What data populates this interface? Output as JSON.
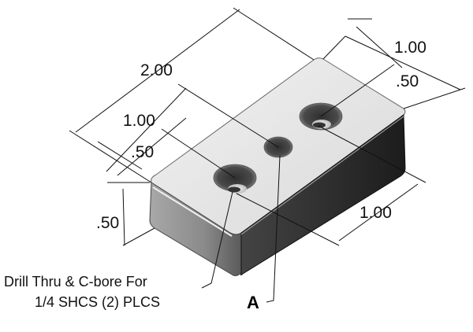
{
  "dimensions": {
    "overall_length": "2.00",
    "hole_spacing_length": "1.00",
    "hole_offset_length": ".50",
    "overall_width": "1.00",
    "hole_offset_width": ".50",
    "height": ".50",
    "side_length": "1.00"
  },
  "notes": {
    "drill_line1": "Drill Thru & C-bore For",
    "drill_line2": "1/4 SHCS (2) PLCS",
    "callout_a": "A"
  },
  "colors": {
    "top_face": "#e6e6e6",
    "front_face": "#2a2a2a",
    "left_face": "#8c8c8c",
    "hole_dark": "#3a3a3a"
  }
}
